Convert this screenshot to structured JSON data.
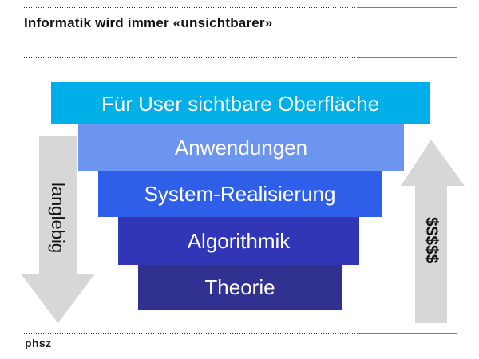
{
  "slide": {
    "title": "Informatik wird immer «unsichtbarer»",
    "footer_logo": "phsz"
  },
  "pyramid": {
    "text_color": "#FFFFFF",
    "bars": [
      {
        "label": "Für User sichtbare Oberfläche",
        "color": "#00AEE8"
      },
      {
        "label": "Anwendungen",
        "color": "#6B95EF"
      },
      {
        "label": "System-Realisierung",
        "color": "#2F5FE8"
      },
      {
        "label": "Algorithmik",
        "color": "#3136B7"
      },
      {
        "label": "Theorie",
        "color": "#313191"
      }
    ]
  },
  "arrows": {
    "left": {
      "label": "langlebig",
      "direction": "down",
      "color": "#D7D7D7"
    },
    "right": {
      "label": "$$$$$",
      "direction": "up",
      "color": "#D7D7D7"
    }
  }
}
